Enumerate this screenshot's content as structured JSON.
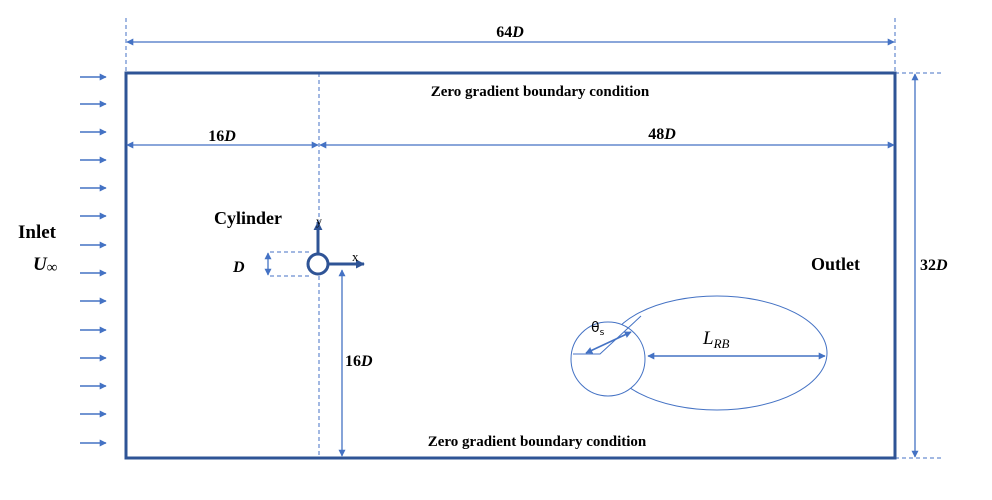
{
  "colors": {
    "primary": "#2f5496",
    "line": "#4472c4",
    "text": "#000000"
  },
  "dimensions": {
    "width_num": "64",
    "width_sym": "D",
    "height_num": "32",
    "height_sym": "D",
    "upstream_num": "16",
    "upstream_sym": "D",
    "downstream_num": "48",
    "downstream_sym": "D",
    "lower_num": "16",
    "lower_sym": "D",
    "diameter_sym": "D"
  },
  "boundaries": {
    "top": "Zero gradient boundary condition",
    "bottom": "Zero gradient boundary condition"
  },
  "labels": {
    "inlet": "Inlet",
    "velocity_sym": "U",
    "velocity_sub": "∞",
    "cylinder": "Cylinder",
    "outlet": "Outlet",
    "axis_x": "x",
    "axis_y": "y",
    "theta": "θ",
    "theta_sub": "s",
    "recirc_L": "L",
    "recirc_sub": "RB"
  },
  "icons": {
    "inflow": "right-arrow-icon",
    "cylinder": "circle-icon"
  }
}
